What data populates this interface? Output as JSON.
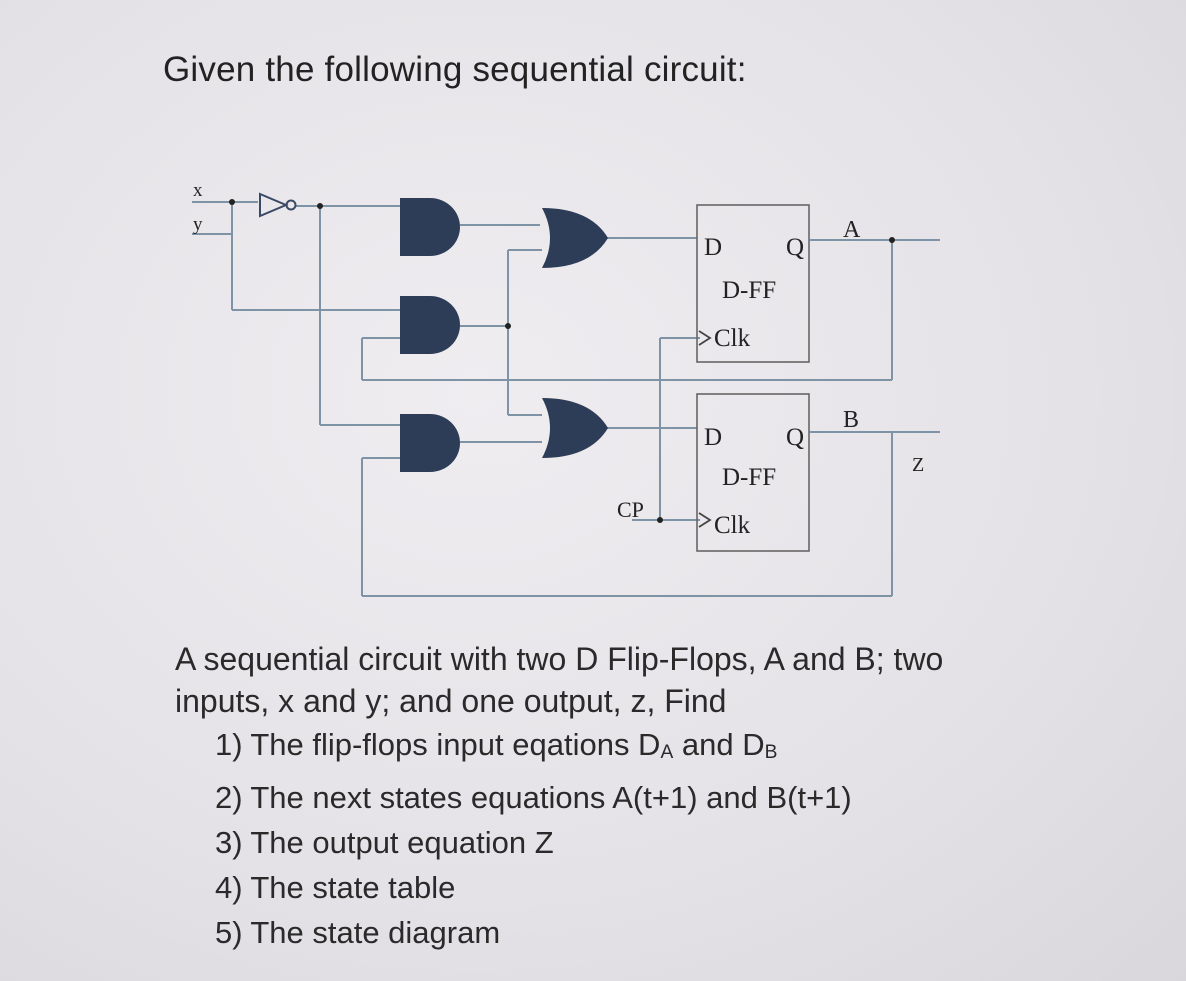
{
  "heading": "Given the following sequential circuit:",
  "diagram": {
    "input_x": "x",
    "input_y": "y",
    "clock_input": "CP",
    "flipflop_a": {
      "d_label": "D",
      "q_label": "Q",
      "name": "D-FF",
      "clk_label": "Clk",
      "output_label": "A"
    },
    "flipflop_b": {
      "d_label": "D",
      "q_label": "Q",
      "name": "D-FF",
      "clk_label": "Clk",
      "output_label": "B"
    },
    "output_z": "Z"
  },
  "description": {
    "intro_line1": "A sequential circuit with two D Flip-Flops, A and B; two",
    "intro_line2": "inputs, x and y; and one output, z, Find",
    "items": [
      {
        "num": "1)",
        "text": "The flip-flops input eqations D",
        "sub_a": "A",
        "mid": " and D",
        "sub_b": "B"
      },
      {
        "num": "2)",
        "text": "The next states equations A(t+1)  and B(t+1)"
      },
      {
        "num": "3)",
        "text": "The output equation Z"
      },
      {
        "num": "4)",
        "text": "The state table"
      },
      {
        "num": "5)",
        "text": "The state diagram"
      }
    ]
  },
  "colors": {
    "wire": "#7f93a6",
    "gate": "#2e3d57",
    "box": "#666666",
    "text": "#2a2a2a"
  }
}
